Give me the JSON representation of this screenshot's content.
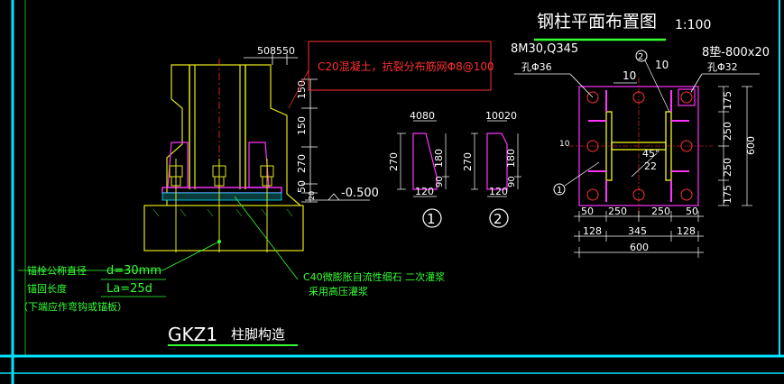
{
  "colors": {
    "background": "#000000",
    "frame": "#00e5ff",
    "dimension": "#ffffff",
    "steel": "#e5e517",
    "plate": "#ff33ff",
    "concrete": "#e5e517",
    "note_green": "#33ff33",
    "note_red": "#ff3030",
    "grid_green": "#1fd21f",
    "title_underline": "#33ff33"
  },
  "plan": {
    "title": "钢柱平面布置图",
    "scale": "1:100",
    "anchor_callout": "8M30,Q345",
    "anchor_hole": "孔Φ36",
    "plate_callout": "8垫-800x20",
    "plate_hole": "孔Φ32",
    "weld_10_a": "10",
    "weld_10_b": "10",
    "weld_10_c": "10",
    "weld_angle": "45°",
    "weld_22": "22",
    "detail_1": "1",
    "detail_2": "2",
    "dims_right": [
      "175",
      "250",
      "250",
      "175"
    ],
    "dim_right_total": "600",
    "dims_bottom_1": [
      "50",
      "250",
      "250",
      "50"
    ],
    "dims_bottom_2": [
      "128",
      "345",
      "128"
    ],
    "dim_bottom_total": "600"
  },
  "section": {
    "top_dim": "508550",
    "dims_left": [
      "150",
      "150",
      "270",
      "50",
      "20"
    ],
    "elevation": "-0.500",
    "callout_red": "C20混凝土，抗裂分布筋网Φ8@100",
    "note_grout_line1": "C40微膨胀自流性细石 二次灌浆",
    "note_grout_line2": "采用高压灌浆",
    "anchor_label_1": "锚栓公称直径",
    "anchor_value_1": "d=30mm",
    "anchor_label_2": "锚固长度",
    "anchor_value_2": "La=25d",
    "anchor_note": "（下端应作弯钩或锚板）",
    "title_code": "GKZ1",
    "title_text": "柱脚构造"
  },
  "stiffener_1": {
    "top": "4080",
    "left": "270",
    "right": "180",
    "lower": "90",
    "bottom": "120",
    "tag": "1"
  },
  "stiffener_2": {
    "top": "10020",
    "left": "270",
    "right": "180",
    "lower": "90",
    "bottom": "120",
    "tag": "2"
  }
}
